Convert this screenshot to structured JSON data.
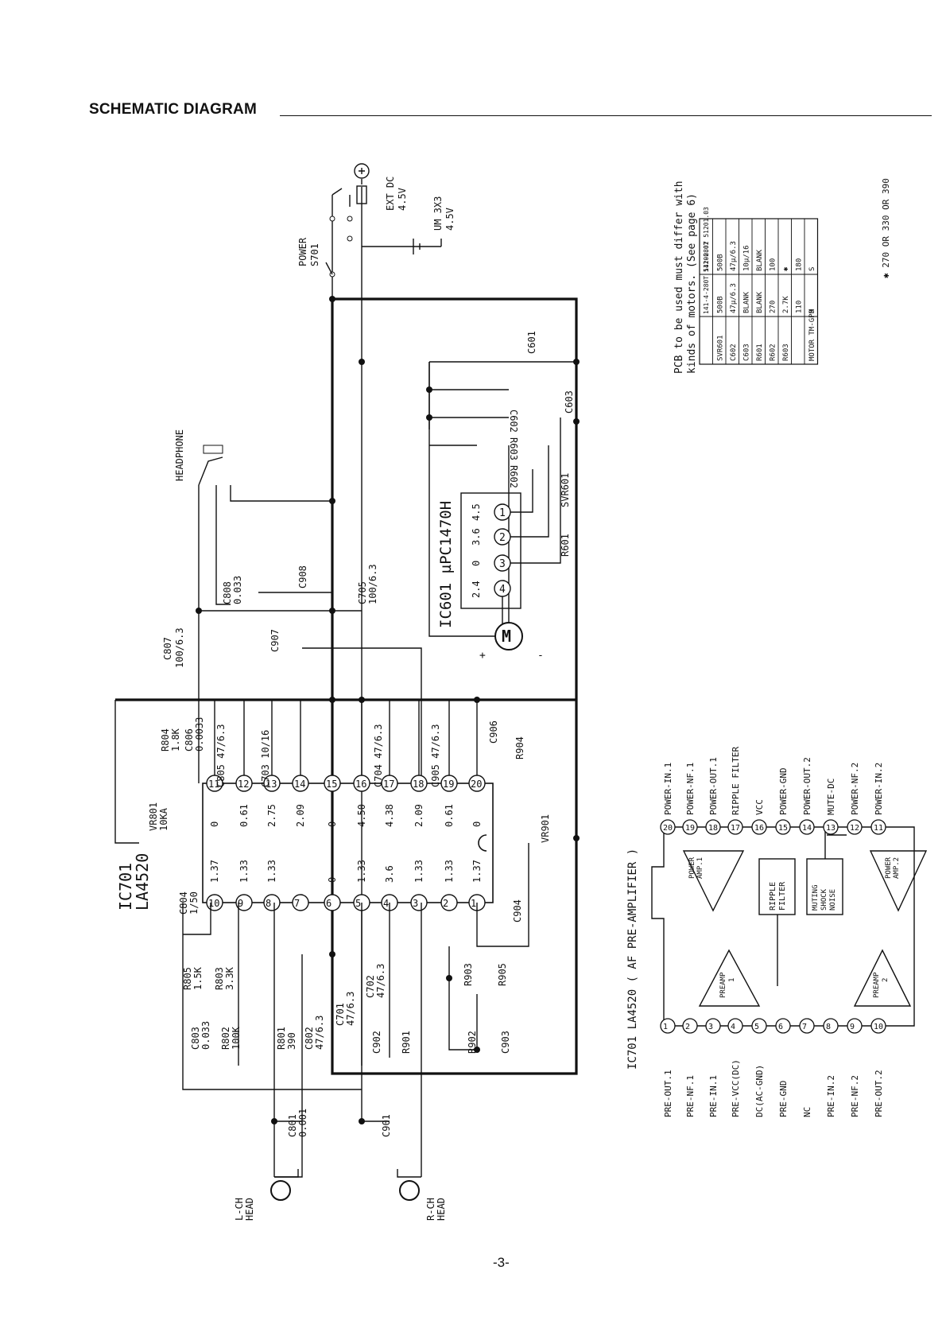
{
  "page": {
    "title": "SCHEMATIC DIAGRAM",
    "number": "-3-"
  },
  "components": {
    "power_switch": [
      "POWER",
      "S701"
    ],
    "ext_dc": [
      "EXT DC",
      "4.5V"
    ],
    "battery": [
      "UM 3X3",
      "4.5V"
    ],
    "headphone": "HEADPHONE",
    "c601": "C601",
    "c602": "C602",
    "c603": "C603",
    "r603": "R603",
    "r602": "R602",
    "r601": "R601",
    "svr601": "SVR601",
    "ic601": "IC601 µPC1470H",
    "motor": "M",
    "motor_plus": "+",
    "motor_minus": "-",
    "ic601_pins": [
      {
        "num": "1",
        "label": "4.5"
      },
      {
        "num": "2",
        "label": "3.6"
      },
      {
        "num": "3",
        "label": "0"
      },
      {
        "num": "4",
        "label": "2.4"
      }
    ],
    "c807": [
      "C807",
      "100/6.3"
    ],
    "c808": [
      "C808",
      "0.033"
    ],
    "c908": "C908",
    "c907": "C907",
    "c705": [
      "C705",
      "100/6.3"
    ],
    "ic701": [
      "IC701",
      "LA4520"
    ],
    "r804": [
      "R804",
      "1.8K"
    ],
    "c806": [
      "C806",
      "0.0033"
    ],
    "c805": "C805 47/6.3",
    "c703": "C703 10/16",
    "c704": "C704 47/6.3",
    "c905": "C905 47/6.3",
    "c906": "C906",
    "r904": "R904",
    "vr801": [
      "VR801",
      "10KA"
    ],
    "vr901": "VR901",
    "c804": [
      "C804",
      "1/50"
    ],
    "c904": "C904",
    "r805": [
      "R805",
      "1.5K"
    ],
    "r803": [
      "R803",
      "3.3K"
    ],
    "r903": "R903",
    "r905": "R905",
    "c803": [
      "C803",
      "0.033"
    ],
    "r802": [
      "R802",
      "100K"
    ],
    "r801": [
      "R801",
      "390"
    ],
    "c802": [
      "C802",
      "47/6.3"
    ],
    "c701": [
      "C701",
      "47/6.3"
    ],
    "c702": [
      "C702",
      "47/6.3"
    ],
    "c902": "C902",
    "r901": "R901",
    "r902": "R902",
    "c903": "C903",
    "c801": [
      "C801",
      "0.001"
    ],
    "c901": "C901",
    "l_head": [
      "L-CH",
      "HEAD"
    ],
    "r_head": [
      "R-CH",
      "HEAD"
    ]
  },
  "ic701_pins_top": [
    {
      "num": "11",
      "voltage": "0"
    },
    {
      "num": "12",
      "voltage": "0.61"
    },
    {
      "num": "13",
      "voltage": "2.75"
    },
    {
      "num": "14",
      "voltage": "2.09"
    },
    {
      "num": "15",
      "voltage": "0"
    },
    {
      "num": "16",
      "voltage": "4.50"
    },
    {
      "num": "17",
      "voltage": "4.38"
    },
    {
      "num": "18",
      "voltage": "2.09"
    },
    {
      "num": "19",
      "voltage": "0.61"
    },
    {
      "num": "20",
      "voltage": "0"
    }
  ],
  "ic701_pins_bottom": [
    {
      "num": "10",
      "voltage": "1.37"
    },
    {
      "num": "9",
      "voltage": "1.33"
    },
    {
      "num": "8",
      "voltage": "1.33"
    },
    {
      "num": "7",
      "voltage": ""
    },
    {
      "num": "6",
      "voltage": "0"
    },
    {
      "num": "5",
      "voltage": "1.33"
    },
    {
      "num": "4",
      "voltage": "3.6"
    },
    {
      "num": "3",
      "voltage": "1.33"
    },
    {
      "num": "2",
      "voltage": "1.33"
    },
    {
      "num": "1",
      "voltage": "1.37"
    }
  ],
  "pcb_note": [
    "PCB to be used must differ with",
    "kinds of motors. (See page 6)"
  ],
  "pcb_table": {
    "headers": [
      "",
      "141-4-280T 51200.02",
      "141-280T 51201.03"
    ],
    "rows": [
      [
        "SVR601",
        "500B",
        "500B"
      ],
      [
        "C602",
        "47µ/6.3",
        "47µ/6.3"
      ],
      [
        "C603",
        "BLANK",
        "10µ/16"
      ],
      [
        "R601",
        "BLANK",
        "BLANK"
      ],
      [
        "R602",
        "270",
        "100"
      ],
      [
        "R603",
        "2.7K",
        "✱"
      ],
      [
        "",
        "110",
        "180"
      ],
      [
        "MOTOR TM-GP9",
        "M",
        "S"
      ]
    ],
    "footnote": "✱ 270 OR 330 OR 390"
  },
  "block": {
    "caption": "IC701 LA4520 ( AF PRE-AMPLIFIER )",
    "pins_left": [
      {
        "num": "1",
        "label": "PRE-OUT.1"
      },
      {
        "num": "2",
        "label": "PRE-NF.1"
      },
      {
        "num": "3",
        "label": "PRE-IN.1"
      },
      {
        "num": "4",
        "label": "PRE-VCC(DC)"
      },
      {
        "num": "5",
        "label": "DC(AC-GND)"
      },
      {
        "num": "6",
        "label": "PRE-GND"
      },
      {
        "num": "7",
        "label": "NC"
      },
      {
        "num": "8",
        "label": "PRE-IN.2"
      },
      {
        "num": "9",
        "label": "PRE-NF.2"
      },
      {
        "num": "10",
        "label": "PRE-OUT.2"
      }
    ],
    "pins_right": [
      {
        "num": "20",
        "label": "POWER-IN.1"
      },
      {
        "num": "19",
        "label": "POWER-NF.1"
      },
      {
        "num": "18",
        "label": "POWER-OUT.1"
      },
      {
        "num": "17",
        "label": "RIPPLE FILTER"
      },
      {
        "num": "16",
        "label": "VCC"
      },
      {
        "num": "15",
        "label": "POWER-GND"
      },
      {
        "num": "14",
        "label": "POWER-OUT.2"
      },
      {
        "num": "13",
        "label": "MUTE-DC"
      },
      {
        "num": "12",
        "label": "POWER-NF.2"
      },
      {
        "num": "11",
        "label": "POWER-IN.2"
      }
    ],
    "blocks": {
      "power_amp_1": [
        "POWER",
        "AMP.1"
      ],
      "power_amp_2": [
        "POWER",
        "AMP.2"
      ],
      "ripple": [
        "RIPPLE",
        "FILTER"
      ],
      "muting": [
        "MUTING",
        "SHOCK",
        "NOISE"
      ],
      "preamp_1": [
        "PREAMP",
        "1"
      ],
      "preamp_2": [
        "PREAMP",
        "2"
      ]
    }
  }
}
